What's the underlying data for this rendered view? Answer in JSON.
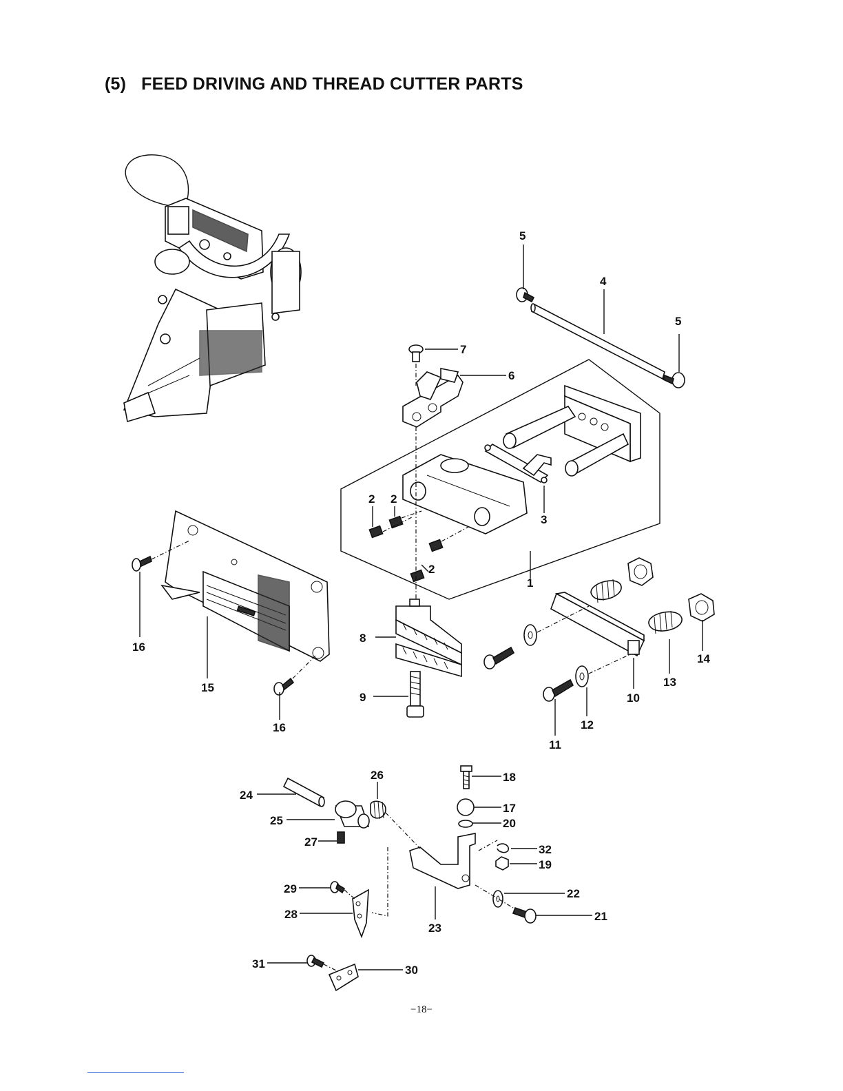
{
  "page": {
    "section_number": "(5)",
    "title": "FEED DRIVING AND THREAD CUTTER PARTS",
    "page_number": "−18−"
  },
  "callouts": [
    {
      "id": "callout-5a",
      "label": "5"
    },
    {
      "id": "callout-4",
      "label": "4"
    },
    {
      "id": "callout-5b",
      "label": "5"
    },
    {
      "id": "callout-7",
      "label": "7"
    },
    {
      "id": "callout-6",
      "label": "6"
    },
    {
      "id": "callout-2a",
      "label": "2"
    },
    {
      "id": "callout-2b",
      "label": "2"
    },
    {
      "id": "callout-3",
      "label": "3"
    },
    {
      "id": "callout-2c",
      "label": "2"
    },
    {
      "id": "callout-1",
      "label": "1"
    },
    {
      "id": "callout-16a",
      "label": "16"
    },
    {
      "id": "callout-15",
      "label": "15"
    },
    {
      "id": "callout-16b",
      "label": "16"
    },
    {
      "id": "callout-8",
      "label": "8"
    },
    {
      "id": "callout-9",
      "label": "9"
    },
    {
      "id": "callout-14",
      "label": "14"
    },
    {
      "id": "callout-13",
      "label": "13"
    },
    {
      "id": "callout-10",
      "label": "10"
    },
    {
      "id": "callout-12",
      "label": "12"
    },
    {
      "id": "callout-11",
      "label": "11"
    },
    {
      "id": "callout-26",
      "label": "26"
    },
    {
      "id": "callout-18",
      "label": "18"
    },
    {
      "id": "callout-24",
      "label": "24"
    },
    {
      "id": "callout-17",
      "label": "17"
    },
    {
      "id": "callout-25",
      "label": "25"
    },
    {
      "id": "callout-20",
      "label": "20"
    },
    {
      "id": "callout-27",
      "label": "27"
    },
    {
      "id": "callout-32",
      "label": "32"
    },
    {
      "id": "callout-19",
      "label": "19"
    },
    {
      "id": "callout-29",
      "label": "29"
    },
    {
      "id": "callout-22",
      "label": "22"
    },
    {
      "id": "callout-28",
      "label": "28"
    },
    {
      "id": "callout-21",
      "label": "21"
    },
    {
      "id": "callout-23",
      "label": "23"
    },
    {
      "id": "callout-31",
      "label": "31"
    },
    {
      "id": "callout-30",
      "label": "30"
    }
  ]
}
